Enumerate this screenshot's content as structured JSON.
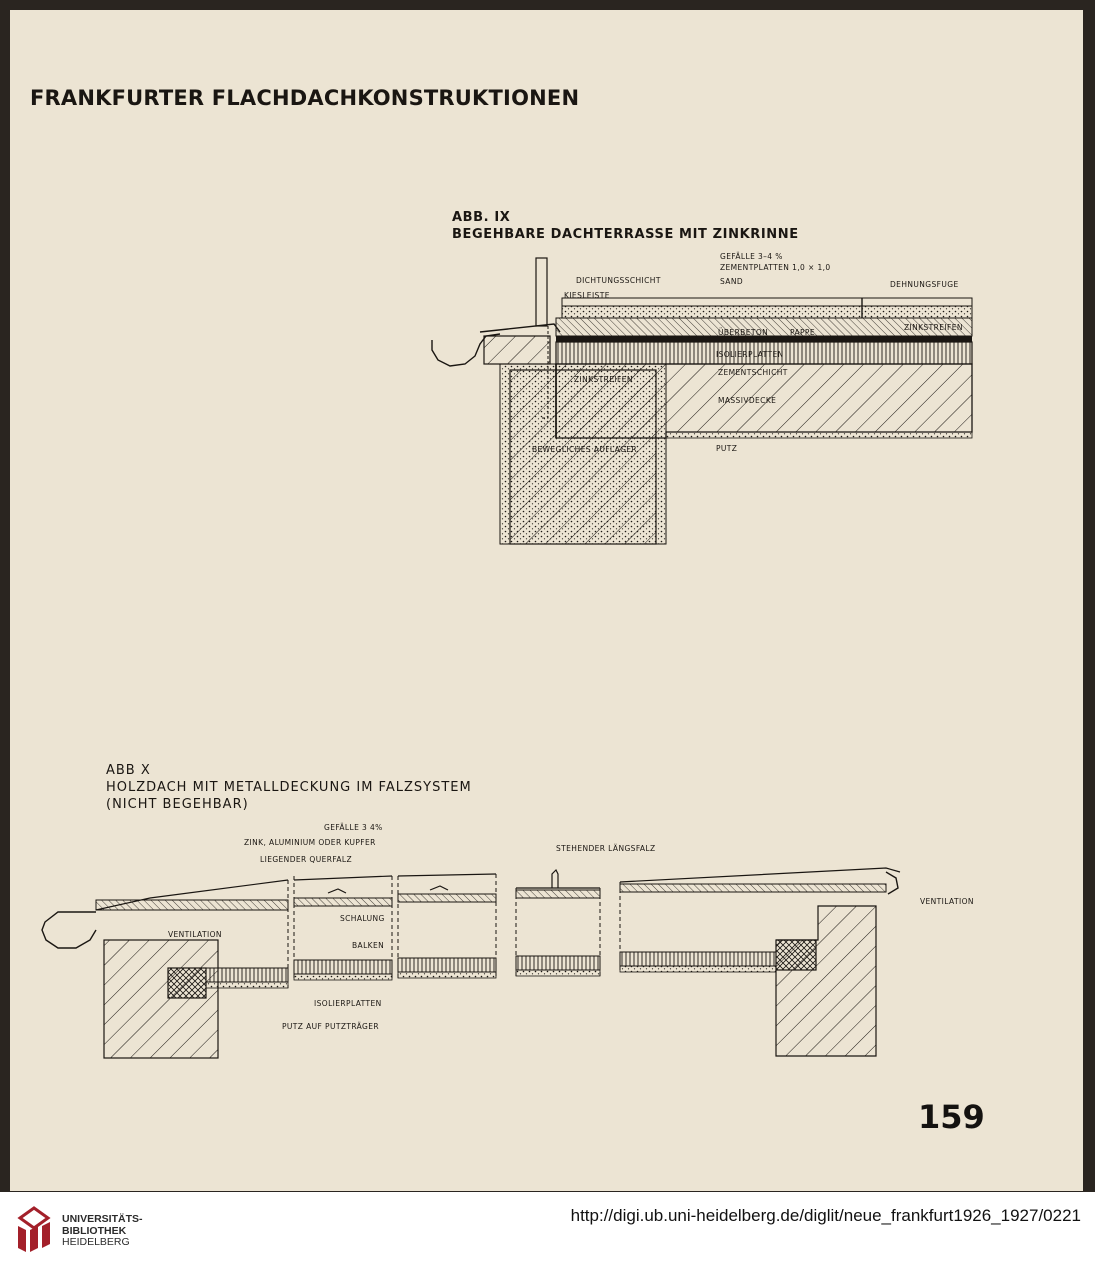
{
  "page": {
    "title": "FRANKFURTER FLACHDACHKONSTRUKTIONEN",
    "page_number": "159"
  },
  "figure9": {
    "caption_line1": "ABB. IX",
    "caption_line2": "BEGEHBARE DACHTERRASSE MIT ZINKRINNE",
    "labels": {
      "gefaelle": "GEFÄLLE 3–4 %",
      "zementplatten": "ZEMENTPLATTEN 1,0 × 1,0",
      "dichtungsschicht": "DICHTUNGSSCHICHT",
      "sand": "SAND",
      "dehnungsfuge": "DEHNUNGSFUGE",
      "kiesleiste": "KIESLEISTE",
      "ueberbeton": "ÜBERBETON",
      "pappe": "PAPPE",
      "zinkstreifen_right": "ZINKSTREIFEN",
      "isolierplatten": "ISOLIERPLATTEN",
      "zementschicht": "ZEMENTSCHICHT",
      "zinkstreifen_left": "ZINKSTREIFEN",
      "massivdecke": "MASSIVDECKE",
      "bewegliches_auflager": "BEWEGLICHES AUFLAGER",
      "putz": "PUTZ"
    }
  },
  "figure10": {
    "caption_line1": "ABB X",
    "caption_line2": "HOLZDACH MIT METALLDECKUNG IM FALZSYSTEM",
    "caption_line3": "(NICHT BEGEHBAR)",
    "labels": {
      "gefaelle": "GEFÄLLE 3   4%",
      "zink": "ZINK, ALUMINIUM ODER KUPFER",
      "querfalz": "LIEGENDER QUERFALZ",
      "laengsfalz": "STEHENDER LÄNGSFALZ",
      "ventilation_left": "VENTILATION",
      "ventilation_right": "VENTILATION",
      "schalung": "SCHALUNG",
      "balken": "BALKEN",
      "isolierplatten": "ISOLIERPLATTEN",
      "putz": "PUTZ AUF PUTZTRÄGER"
    }
  },
  "footer": {
    "library_line1": "UNIVERSITÄTS-",
    "library_line2": "BIBLIOTHEK",
    "library_line3": "HEIDELBERG",
    "source_url": "http://digi.ub.uni-heidelberg.de/diglit/neue_frankfurt1926_1927/0221"
  },
  "colors": {
    "paper": "#ece4d3",
    "ink": "#1a1612",
    "logo_red": "#a3202a"
  }
}
